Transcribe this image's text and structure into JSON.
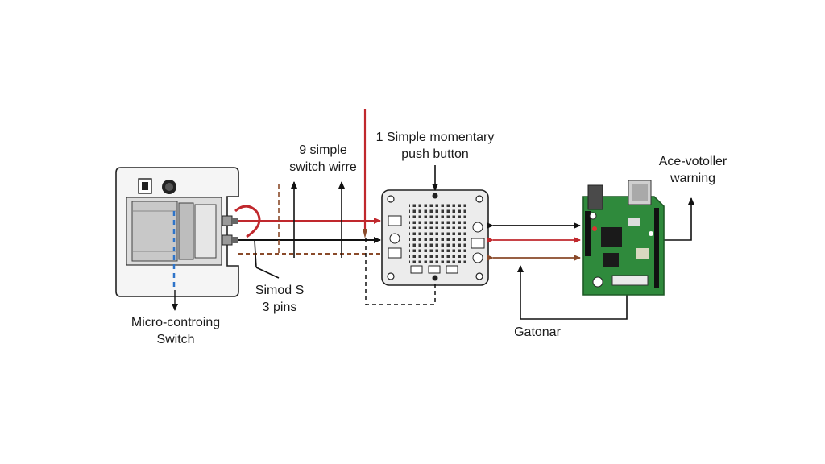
{
  "labels": {
    "switch_title_line1": "Micro-controing",
    "switch_title_line2": "Switch",
    "wire_label_line1": "9  simple",
    "wire_label_line2": "switch wirre",
    "pins_label_line1": "Simod S",
    "pins_label_line2": "3  pins",
    "button_label_line1": "1  Simple momentary",
    "button_label_line2": "push button",
    "board_label_line1": "Ace-votoller",
    "board_label_line2": "warning",
    "ground_label": "Gatonar"
  },
  "colors": {
    "signal_wire": "#c0282d",
    "ground_wire": "#111111",
    "return_wire": "#8a4a2a",
    "pcb_green": "#2f8a3c",
    "guide_dash": "#2e74c9"
  }
}
